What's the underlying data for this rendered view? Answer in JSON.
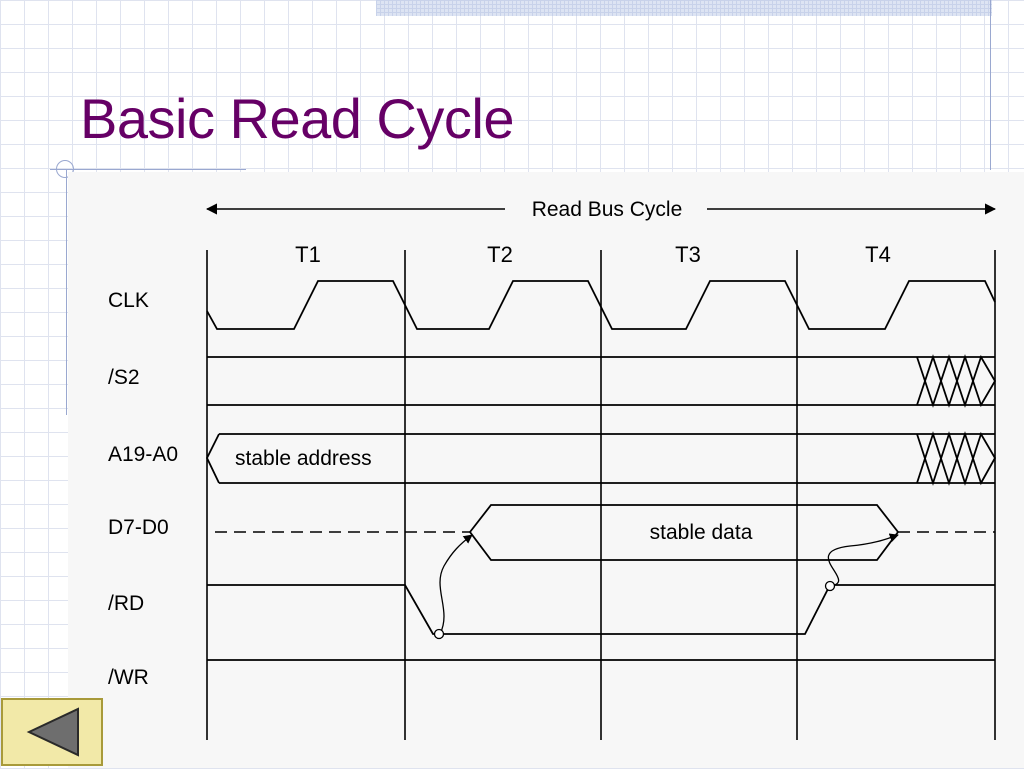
{
  "title": "Basic Read Cycle",
  "diagram": {
    "cycle_label": "Read Bus Cycle",
    "states": [
      "T1",
      "T2",
      "T3",
      "T4"
    ],
    "signals": [
      "CLK",
      "/S2",
      "A19-A0",
      "D7-D0",
      "/RD",
      "/WR"
    ],
    "address_label": "stable address",
    "data_label": "stable data"
  },
  "nav": {
    "back_icon": "back-arrow-icon"
  },
  "colors": {
    "title": "#660066",
    "grid": "#dfe3ef",
    "nav_fill": "#f2e9a8"
  }
}
